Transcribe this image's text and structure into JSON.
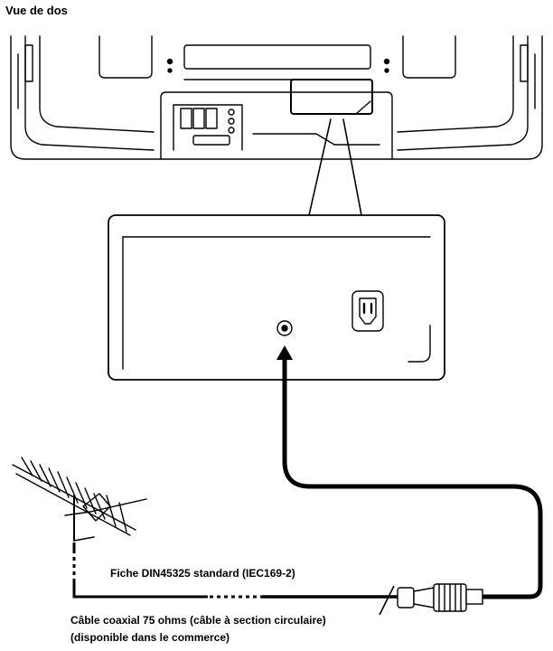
{
  "view_label": "Vue de dos",
  "plug_label": "Fiche DIN45325 standard (IEC169-2)",
  "cable_label_line1": "Câble coaxial 75 ohms (câble à section circulaire)",
  "cable_label_line2": "(disponible dans le commerce)",
  "colors": {
    "line": "#000000",
    "background": "#ffffff"
  }
}
